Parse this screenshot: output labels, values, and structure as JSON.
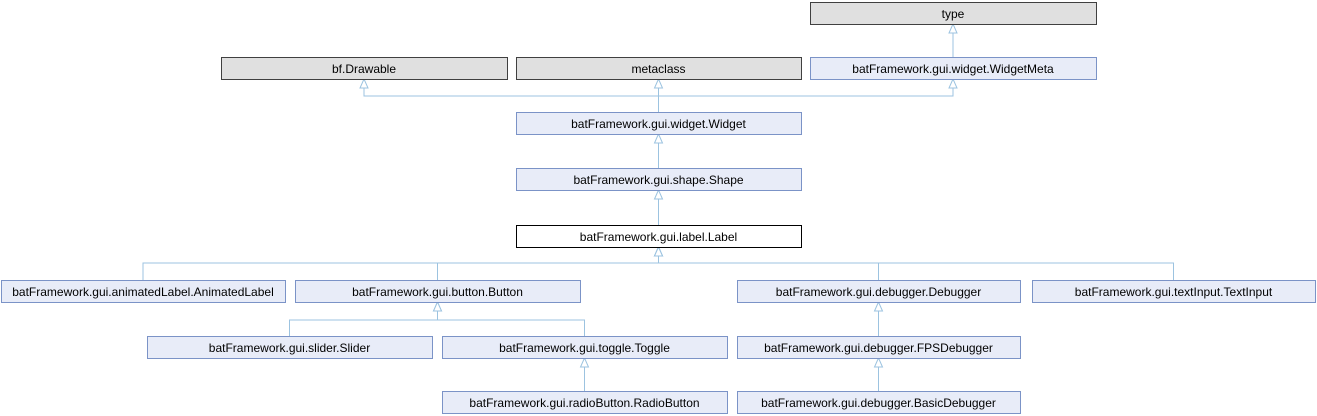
{
  "colors": {
    "external_fill": "#e0e0e0",
    "external_stroke": "#404040",
    "class_fill": "#e8ecf8",
    "class_stroke": "#7b93c7",
    "current_fill": "#ffffff",
    "current_stroke": "#000000",
    "edge": "#9cc3e0"
  },
  "nodes": [
    {
      "id": "type",
      "label": "type",
      "kind": "external"
    },
    {
      "id": "drawable",
      "label": "bf.Drawable",
      "kind": "external"
    },
    {
      "id": "metaclass",
      "label": "metaclass",
      "kind": "external"
    },
    {
      "id": "widgetmeta",
      "label": "batFramework.gui.widget.WidgetMeta",
      "kind": "class"
    },
    {
      "id": "widget",
      "label": "batFramework.gui.widget.Widget",
      "kind": "class"
    },
    {
      "id": "shape",
      "label": "batFramework.gui.shape.Shape",
      "kind": "class"
    },
    {
      "id": "label",
      "label": "batFramework.gui.label.Label",
      "kind": "current"
    },
    {
      "id": "animlabel",
      "label": "batFramework.gui.animatedLabel.AnimatedLabel",
      "kind": "class"
    },
    {
      "id": "button",
      "label": "batFramework.gui.button.Button",
      "kind": "class"
    },
    {
      "id": "debugger",
      "label": "batFramework.gui.debugger.Debugger",
      "kind": "class"
    },
    {
      "id": "textinput",
      "label": "batFramework.gui.textInput.TextInput",
      "kind": "class"
    },
    {
      "id": "slider",
      "label": "batFramework.gui.slider.Slider",
      "kind": "class"
    },
    {
      "id": "toggle",
      "label": "batFramework.gui.toggle.Toggle",
      "kind": "class"
    },
    {
      "id": "fpsdebugger",
      "label": "batFramework.gui.debugger.FPSDebugger",
      "kind": "class"
    },
    {
      "id": "radiobutton",
      "label": "batFramework.gui.radioButton.RadioButton",
      "kind": "class"
    },
    {
      "id": "basicdebugger",
      "label": "batFramework.gui.debugger.BasicDebugger",
      "kind": "class"
    }
  ],
  "edges": [
    {
      "from": "widgetmeta",
      "to": "type"
    },
    {
      "from": "widget",
      "to": "drawable"
    },
    {
      "from": "widget",
      "to": "metaclass"
    },
    {
      "from": "widget",
      "to": "widgetmeta"
    },
    {
      "from": "shape",
      "to": "widget"
    },
    {
      "from": "label",
      "to": "shape"
    },
    {
      "from": "animlabel",
      "to": "label"
    },
    {
      "from": "button",
      "to": "label"
    },
    {
      "from": "debugger",
      "to": "label"
    },
    {
      "from": "textinput",
      "to": "label"
    },
    {
      "from": "slider",
      "to": "button"
    },
    {
      "from": "toggle",
      "to": "button"
    },
    {
      "from": "fpsdebugger",
      "to": "debugger"
    },
    {
      "from": "radiobutton",
      "to": "toggle"
    },
    {
      "from": "basicdebugger",
      "to": "fpsdebugger"
    }
  ]
}
